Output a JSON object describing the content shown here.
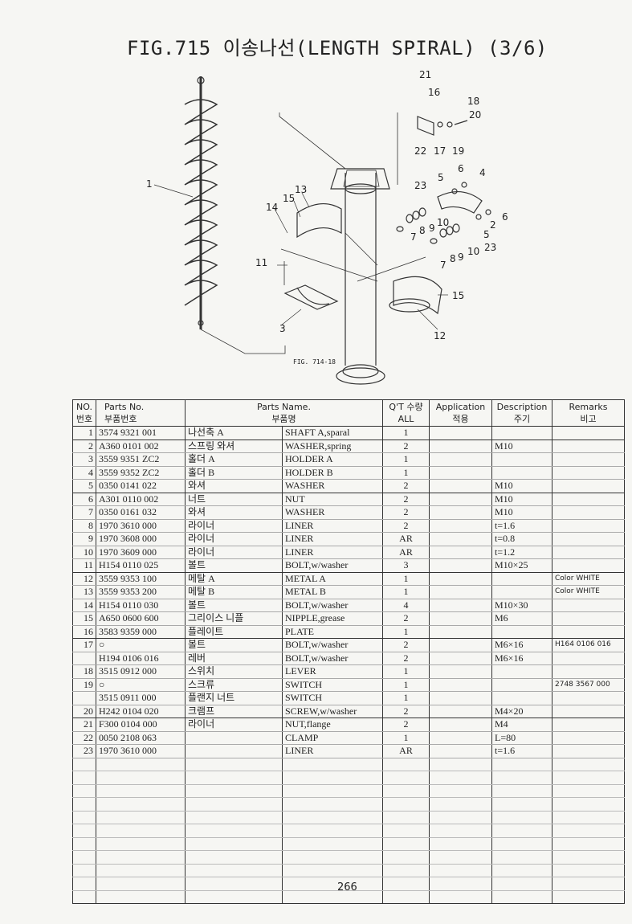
{
  "title": "FIG.715 이송나선(LENGTH SPIRAL) (3/6)",
  "diagram": {
    "callouts": [
      "1",
      "3",
      "4",
      "5",
      "5",
      "6",
      "6",
      "7",
      "7",
      "8",
      "8",
      "9",
      "9",
      "10",
      "10",
      "11",
      "12",
      "13",
      "14",
      "15",
      "15",
      "16",
      "17",
      "18",
      "19",
      "20",
      "21",
      "22",
      "23",
      "23",
      "2"
    ],
    "fig_reference": "FIG. 714-18"
  },
  "table": {
    "headers": {
      "no": [
        "NO.",
        "번호"
      ],
      "parts_no": [
        "Parts No.",
        "부품번호"
      ],
      "parts_name": [
        "Parts Name.",
        "부품명"
      ],
      "qty": [
        "Q'T 수량",
        "ALL"
      ],
      "application": [
        "Application",
        "적용"
      ],
      "description": [
        "Description",
        "주기"
      ],
      "remarks": [
        "Remarks",
        "비고"
      ]
    },
    "rows": [
      {
        "no": "1",
        "part": "3574 9321 001",
        "kr": "나선축 A",
        "en": "SHAFT A,sparal",
        "qty": "1",
        "desc": "",
        "rem": ""
      },
      {
        "no": "2",
        "part": "A360 0101 002",
        "kr": "스프링 와셔",
        "en": "WASHER,spring",
        "qty": "2",
        "desc": "M10",
        "rem": ""
      },
      {
        "no": "3",
        "part": "3559 9351 ZC2",
        "kr": "홀더 A",
        "en": "HOLDER A",
        "qty": "1",
        "desc": "",
        "rem": ""
      },
      {
        "no": "4",
        "part": "3559 9352 ZC2",
        "kr": "홀더 B",
        "en": "HOLDER B",
        "qty": "1",
        "desc": "",
        "rem": ""
      },
      {
        "no": "5",
        "part": "0350 0141 022",
        "kr": "와셔",
        "en": "WASHER",
        "qty": "2",
        "desc": "M10",
        "rem": ""
      },
      {
        "no": "6",
        "part": "A301 0110 002",
        "kr": "너트",
        "en": "NUT",
        "qty": "2",
        "desc": "M10",
        "rem": ""
      },
      {
        "no": "7",
        "part": "0350 0161 032",
        "kr": "와셔",
        "en": "WASHER",
        "qty": "2",
        "desc": "M10",
        "rem": ""
      },
      {
        "no": "8",
        "part": "1970 3610 000",
        "kr": "라이너",
        "en": "LINER",
        "qty": "2",
        "desc": "t=1.6",
        "rem": ""
      },
      {
        "no": "9",
        "part": "1970 3608 000",
        "kr": "라이너",
        "en": "LINER",
        "qty": "AR",
        "desc": "t=0.8",
        "rem": ""
      },
      {
        "no": "10",
        "part": "1970 3609 000",
        "kr": "라이너",
        "en": "LINER",
        "qty": "AR",
        "desc": "t=1.2",
        "rem": ""
      },
      {
        "no": "11",
        "part": "H154 0110 025",
        "kr": "볼트",
        "en": "BOLT,w/washer",
        "qty": "3",
        "desc": "M10×25",
        "rem": ""
      },
      {
        "no": "12",
        "part": "3559 9353 100",
        "kr": "메탈 A",
        "en": "METAL A",
        "qty": "1",
        "desc": "",
        "rem": "Color WHITE"
      },
      {
        "no": "13",
        "part": "3559 9353 200",
        "kr": "메탈 B",
        "en": "METAL B",
        "qty": "1",
        "desc": "",
        "rem": "Color WHITE"
      },
      {
        "no": "14",
        "part": "H154 0110 030",
        "kr": "볼트",
        "en": "BOLT,w/washer",
        "qty": "4",
        "desc": "M10×30",
        "rem": ""
      },
      {
        "no": "15",
        "part": "A650 0600 600",
        "kr": "그리이스 니플",
        "en": "NIPPLE,grease",
        "qty": "2",
        "desc": "M6",
        "rem": ""
      },
      {
        "no": "16",
        "part": "3583 9359 000",
        "kr": "플레이트",
        "en": "PLATE",
        "qty": "1",
        "desc": "",
        "rem": ""
      },
      {
        "no": "17",
        "part": "○",
        "kr": "볼트",
        "en": "BOLT,w/washer",
        "qty": "2",
        "desc": "M6×16",
        "rem": "H164 0106 016"
      },
      {
        "no": "",
        "part": "H194 0106 016",
        "kr": "레버",
        "en": "BOLT,w/washer",
        "qty": "2",
        "desc": "M6×16",
        "rem": ""
      },
      {
        "no": "18",
        "part": "3515 0912 000",
        "kr": "스위치",
        "en": "LEVER",
        "qty": "1",
        "desc": "",
        "rem": ""
      },
      {
        "no": "19",
        "part": "○",
        "kr": "스크류",
        "en": "SWITCH",
        "qty": "1",
        "desc": "",
        "rem": "2748 3567 000"
      },
      {
        "no": "",
        "part": "3515 0911 000",
        "kr": "플랜지 너트",
        "en": "SWITCH",
        "qty": "1",
        "desc": "",
        "rem": ""
      },
      {
        "no": "20",
        "part": "H242 0104 020",
        "kr": "크램프",
        "en": "SCREW,w/washer",
        "qty": "2",
        "desc": "M4×20",
        "rem": ""
      },
      {
        "no": "21",
        "part": "F300 0104 000",
        "kr": "라이너",
        "en": "NUT,flange",
        "qty": "2",
        "desc": "M4",
        "rem": ""
      },
      {
        "no": "22",
        "part": "0050 2108 063",
        "kr": "",
        "en": "CLAMP",
        "qty": "1",
        "desc": "L=80",
        "rem": ""
      },
      {
        "no": "23",
        "part": "1970 3610 000",
        "kr": "",
        "en": "LINER",
        "qty": "AR",
        "desc": "t=1.6",
        "rem": ""
      }
    ]
  },
  "page_number": "266"
}
